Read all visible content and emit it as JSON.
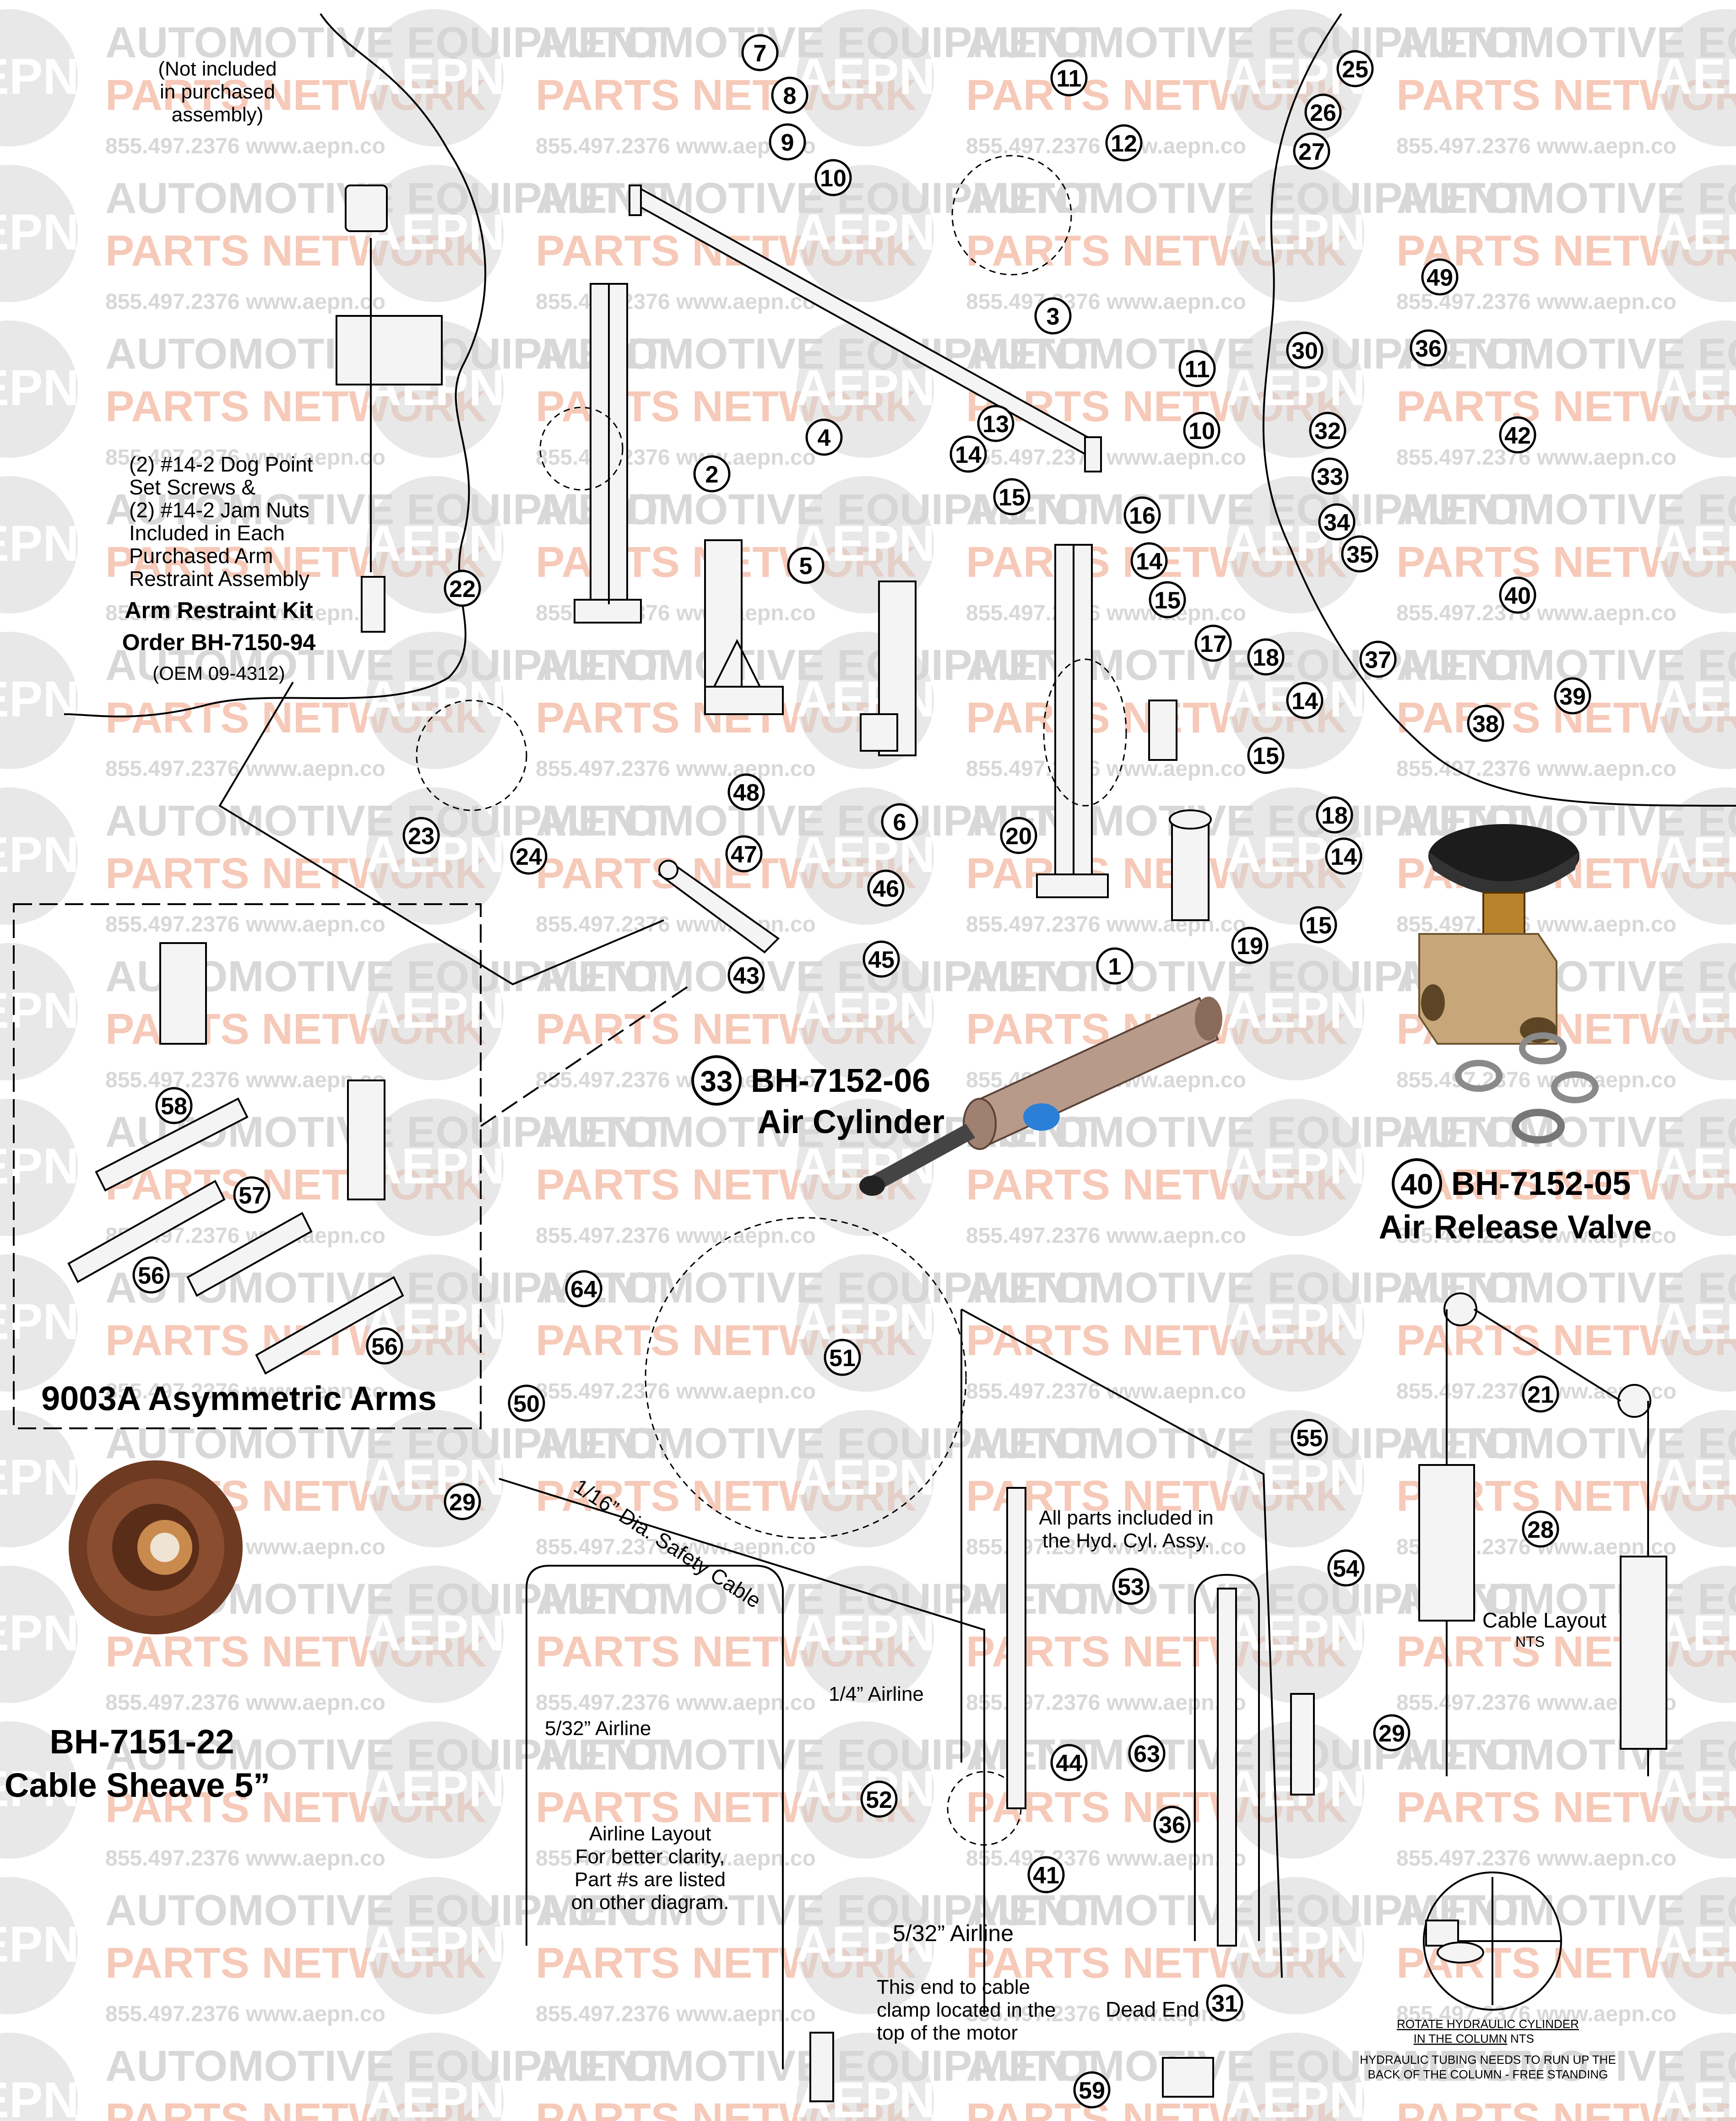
{
  "watermark": {
    "row_a": "AUTOMOTIVE EQUIPMENT",
    "row_b": "PARTS NETWORK",
    "phone": "855.497.2376",
    "web": "www.aepn.co",
    "logo": "AEPN",
    "colors": {
      "text": "#d8d8d8",
      "accent": "#f6c9b8",
      "logo_fill": "#d6d6d6"
    }
  },
  "notes": {
    "not_included": [
      "(Not included",
      "in purchased",
      "assembly)"
    ],
    "dog_point": [
      "(2) #14-2 Dog Point",
      "Set Screws &",
      "(2) #14-2 Jam Nuts",
      "Included in Each",
      "Purchased Arm",
      "Restraint Assembly"
    ],
    "arm_kit_title": "Arm Restraint Kit",
    "arm_kit_order": "Order BH-7150-94",
    "arm_kit_oem": "(OEM 09-4312)",
    "asym_title": "9003A  Asymmetric Arms",
    "air_cyl_num": "33",
    "air_cyl_part": "BH-7152-06",
    "air_cyl_name": "Air Cylinder",
    "air_valve_num": "40",
    "air_valve_part": "BH-7152-05",
    "air_valve_name": "Air Release Valve",
    "sheave_part": "BH-7151-22",
    "sheave_name": "Cable Sheave 5”",
    "safety_cable": "1/16” Dia. Safety Cable",
    "airline_quarter": "1/4” Airline",
    "airline_532_a": "5/32” Airline",
    "airline_532_b": "5/32” Airline",
    "airline_layout": [
      "Airline Layout",
      "For better clarity,",
      "Part #s are listed",
      "on other diagram."
    ],
    "hyd_cyl": [
      "All parts included in",
      "the Hyd. Cyl. Assy."
    ],
    "cable_clamp": [
      "This end to cable",
      "clamp located in the",
      "top of the motor"
    ],
    "dead_end": "Dead End",
    "cable_layout": "Cable Layout",
    "cable_nts": "NTS",
    "rotate_note": [
      "ROTATE HYDRAULIC CYLINDER",
      "IN THE COLUMN"
    ],
    "rotate_nts": "NTS",
    "hyd_tubing": [
      "HYDRAULIC TUBING NEEDS TO RUN UP THE",
      "BACK OF THE COLUMN - FREE STANDING"
    ]
  },
  "callouts": [
    "7",
    "8",
    "9",
    "10",
    "11",
    "12",
    "3",
    "11",
    "10",
    "13",
    "14",
    "15",
    "2",
    "4",
    "5",
    "6",
    "16",
    "14",
    "15",
    "17",
    "18",
    "14",
    "15",
    "18",
    "14",
    "15",
    "19",
    "20",
    "1",
    "22",
    "23",
    "24",
    "48",
    "47",
    "46",
    "45",
    "43",
    "25",
    "26",
    "27",
    "49",
    "30",
    "36",
    "32",
    "33",
    "34",
    "35",
    "42",
    "40",
    "37",
    "38",
    "39",
    "58",
    "57",
    "56",
    "56",
    "64",
    "51",
    "50",
    "29",
    "55",
    "54",
    "53",
    "29",
    "44",
    "63",
    "36",
    "41",
    "52",
    "21",
    "28",
    "31",
    "59"
  ]
}
